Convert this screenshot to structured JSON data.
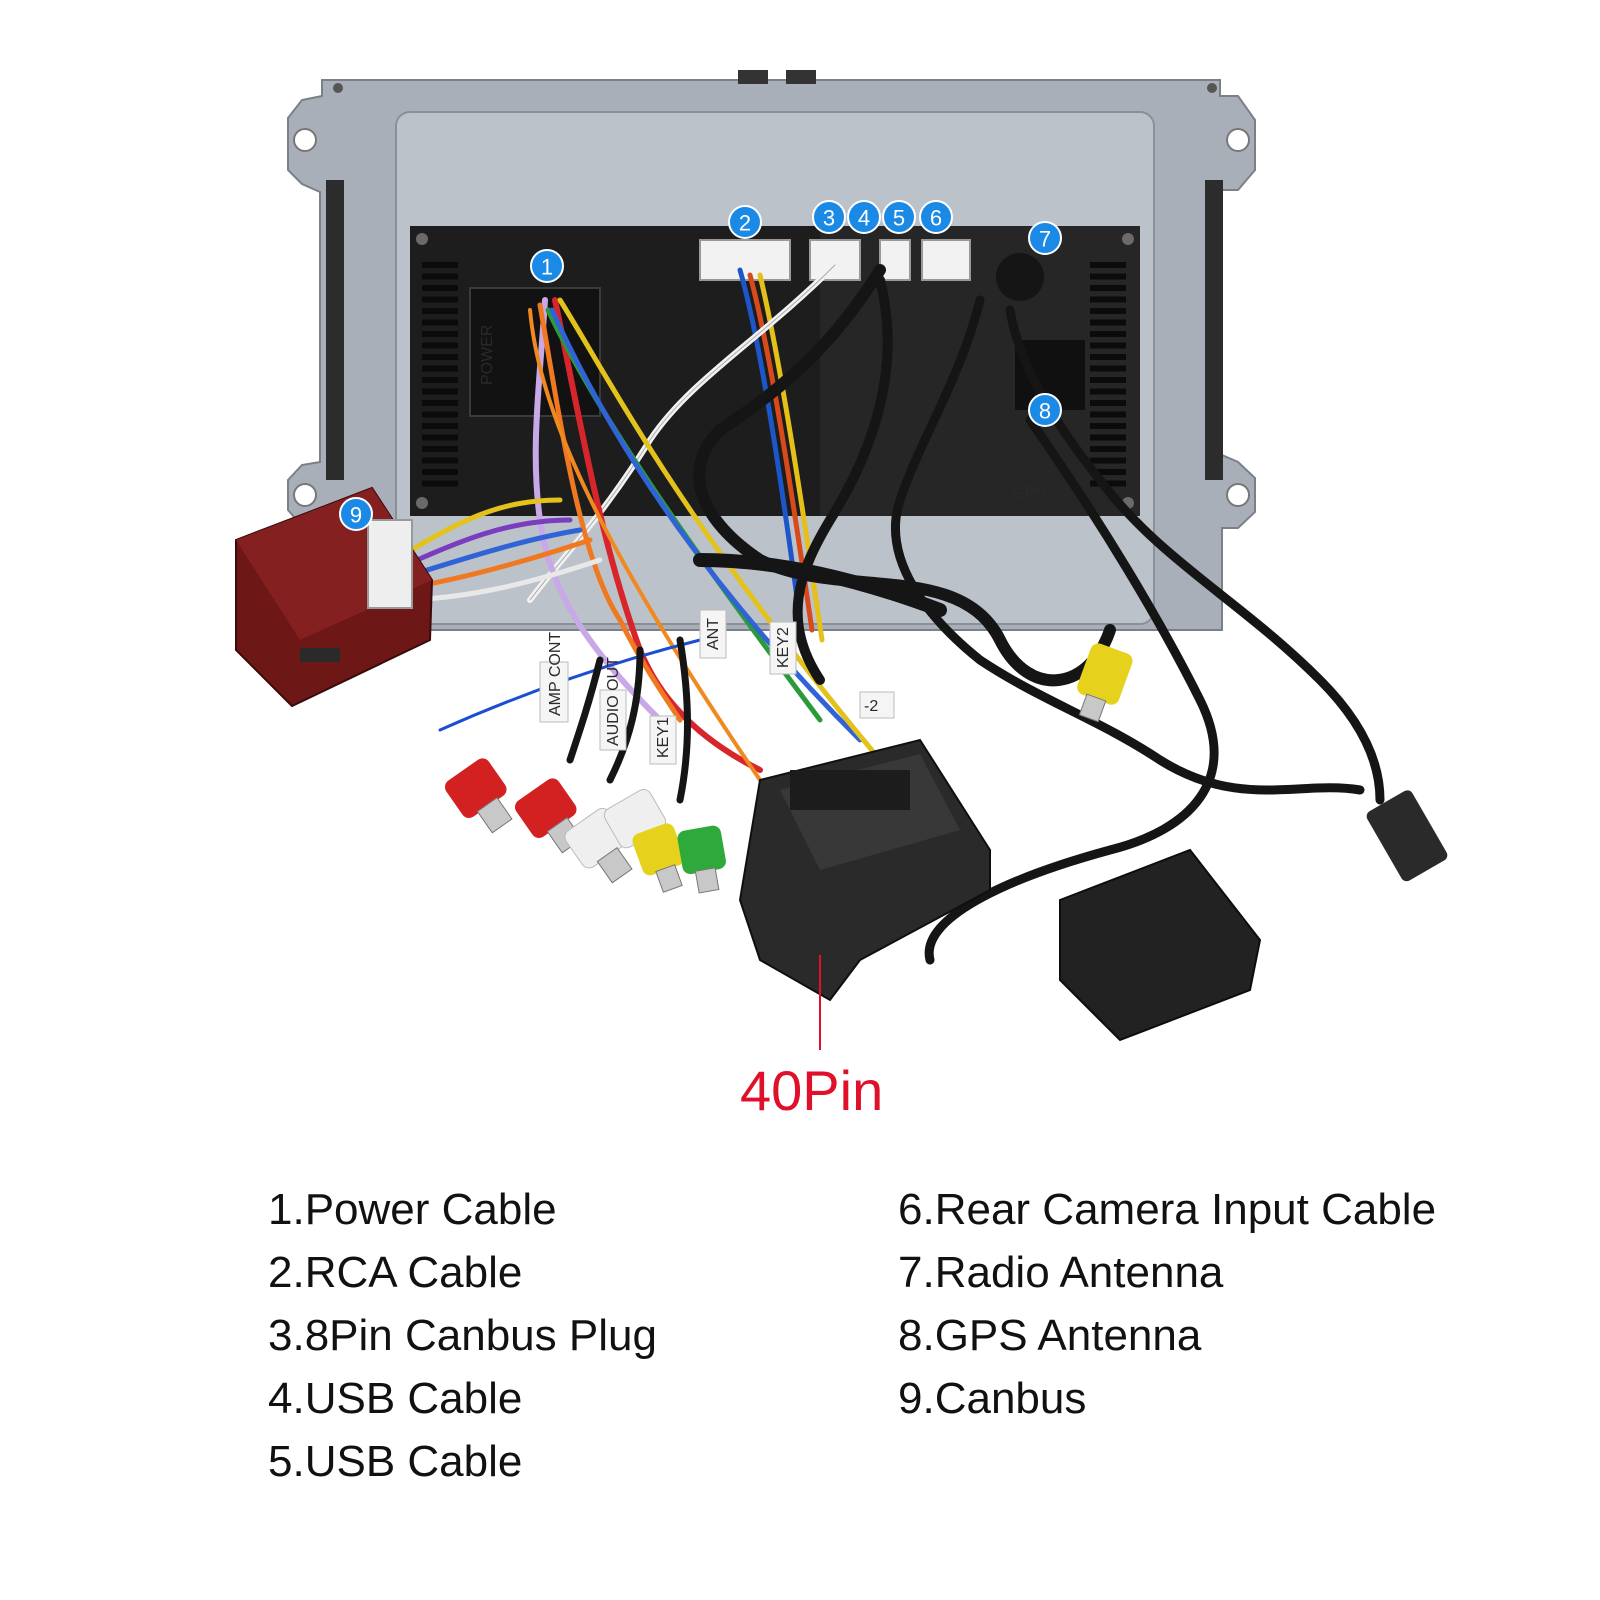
{
  "diagram": {
    "silkscreen": {
      "power": "POWER",
      "gps": "GPS",
      "amp_cont": "AMP CONT",
      "audio_out": "AUDIO OUT",
      "key1": "KEY1",
      "key2": "KEY2",
      "ant": "ANT",
      "tag_2": "-2"
    },
    "markers": [
      "1",
      "2",
      "3",
      "4",
      "5",
      "6",
      "7",
      "8",
      "9"
    ],
    "pin_label": "40Pin",
    "accent_badge": "#1a8ae6",
    "accent_pin": "#e0102a"
  },
  "legend": {
    "left": [
      "1.Power Cable",
      "2.RCA Cable",
      "3.8Pin Canbus Plug",
      "4.USB Cable",
      "5.USB Cable"
    ],
    "right": [
      "6.Rear Camera Input Cable",
      "7.Radio Antenna",
      "8.GPS Antenna",
      "9.Canbus"
    ]
  }
}
